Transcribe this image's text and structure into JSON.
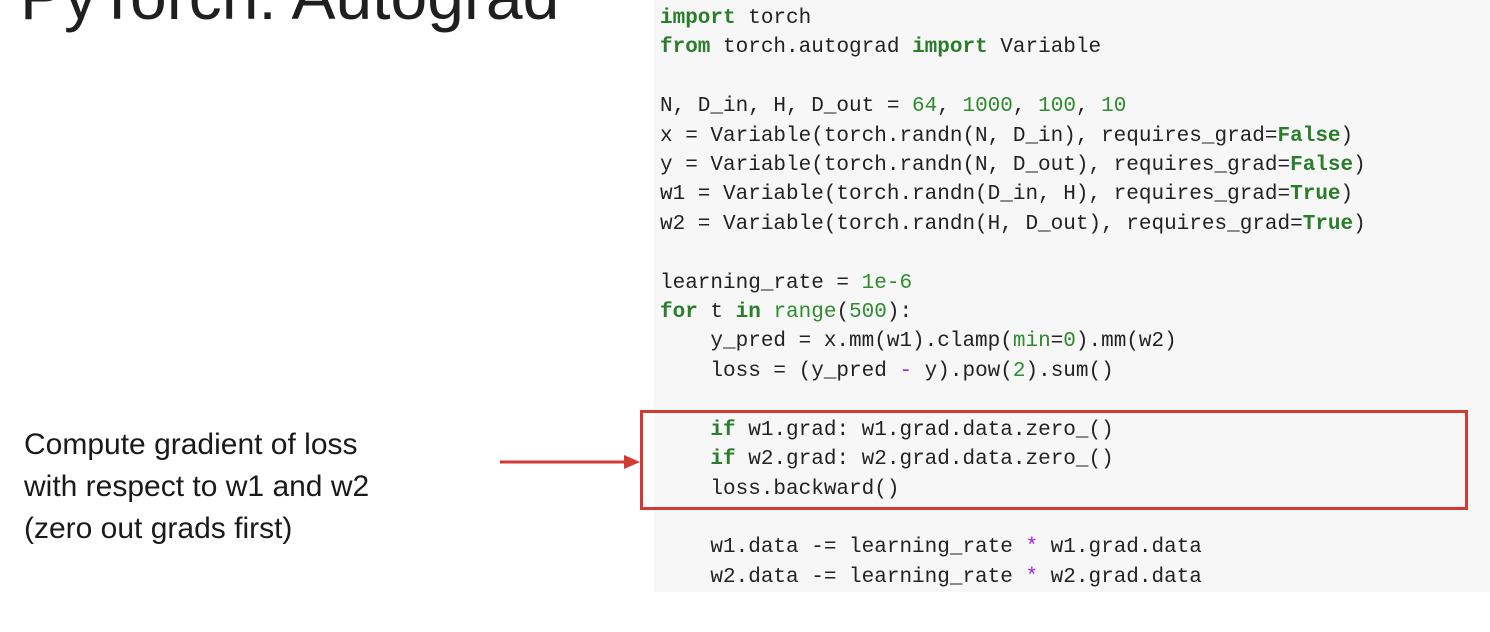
{
  "slide": {
    "title": "PyTorch: Autograd"
  },
  "annotation": {
    "lines": [
      "Compute gradient of loss",
      "with respect to w1 and w2",
      "(zero out grads first)"
    ]
  },
  "code": {
    "lines": [
      [
        [
          "kw",
          "import"
        ],
        [
          "t",
          " torch"
        ]
      ],
      [
        [
          "kw",
          "from"
        ],
        [
          "t",
          " torch.autograd "
        ],
        [
          "kw",
          "import"
        ],
        [
          "t",
          " Variable"
        ]
      ],
      [],
      [
        [
          "t",
          "N, D_in, H, D_out = "
        ],
        [
          "num",
          "64"
        ],
        [
          "t",
          ", "
        ],
        [
          "num",
          "1000"
        ],
        [
          "t",
          ", "
        ],
        [
          "num",
          "100"
        ],
        [
          "t",
          ", "
        ],
        [
          "num",
          "10"
        ]
      ],
      [
        [
          "t",
          "x = Variable(torch.randn(N, D_in), requires_grad="
        ],
        [
          "kw",
          "False"
        ],
        [
          "t",
          ")"
        ]
      ],
      [
        [
          "t",
          "y = Variable(torch.randn(N, D_out), requires_grad="
        ],
        [
          "kw",
          "False"
        ],
        [
          "t",
          ")"
        ]
      ],
      [
        [
          "t",
          "w1 = Variable(torch.randn(D_in, H), requires_grad="
        ],
        [
          "kw",
          "True"
        ],
        [
          "t",
          ")"
        ]
      ],
      [
        [
          "t",
          "w2 = Variable(torch.randn(H, D_out), requires_grad="
        ],
        [
          "kw",
          "True"
        ],
        [
          "t",
          ")"
        ]
      ],
      [],
      [
        [
          "t",
          "learning_rate = "
        ],
        [
          "num",
          "1e-6"
        ]
      ],
      [
        [
          "kw",
          "for"
        ],
        [
          "t",
          " t "
        ],
        [
          "kw",
          "in"
        ],
        [
          "t",
          " "
        ],
        [
          "grn",
          "range"
        ],
        [
          "t",
          "("
        ],
        [
          "num",
          "500"
        ],
        [
          "t",
          "):"
        ]
      ],
      [
        [
          "t",
          "    y_pred = x.mm(w1).clamp("
        ],
        [
          "grn",
          "min"
        ],
        [
          "t",
          "="
        ],
        [
          "num",
          "0"
        ],
        [
          "t",
          ").mm(w2)"
        ]
      ],
      [
        [
          "t",
          "    loss = (y_pred "
        ],
        [
          "op",
          "-"
        ],
        [
          "t",
          " y).pow("
        ],
        [
          "num",
          "2"
        ],
        [
          "t",
          ").sum()"
        ]
      ],
      [],
      [
        [
          "t",
          "    "
        ],
        [
          "kw",
          "if"
        ],
        [
          "t",
          " w1.grad: w1.grad.data.zero_()"
        ]
      ],
      [
        [
          "t",
          "    "
        ],
        [
          "kw",
          "if"
        ],
        [
          "t",
          " w2.grad: w2.grad.data.zero_()"
        ]
      ],
      [
        [
          "t",
          "    loss.backward()"
        ]
      ],
      [],
      [
        [
          "t",
          "    w1.data -= learning_rate "
        ],
        [
          "op",
          "*"
        ],
        [
          "t",
          " w1.grad.data"
        ]
      ],
      [
        [
          "t",
          "    w2.data -= learning_rate "
        ],
        [
          "op",
          "*"
        ],
        [
          "t",
          " w2.grad.data"
        ]
      ]
    ]
  },
  "colors": {
    "keyword": "#2a7d2a",
    "number": "#2e8b2e",
    "operator": "#a020f0",
    "highlight": "#d23a32",
    "code_background": "#f7f7f7"
  }
}
